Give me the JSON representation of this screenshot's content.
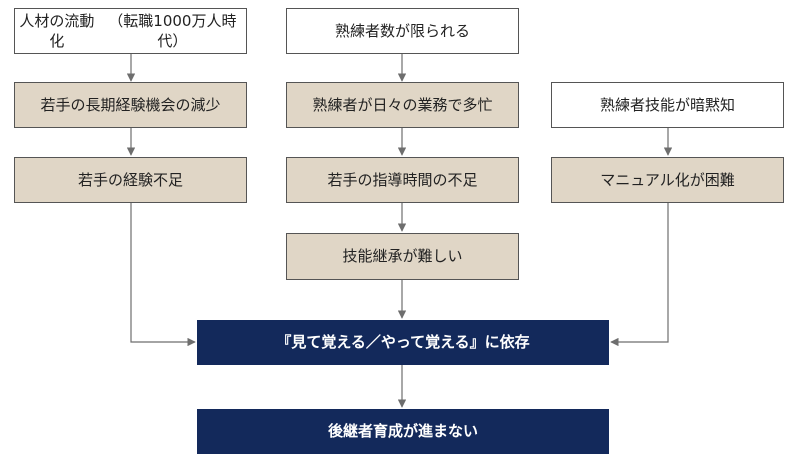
{
  "colors": {
    "white_box": "#ffffff",
    "beige_box": "#e0d6c6",
    "navy_box": "#13295b",
    "line": "#6e6e6e"
  },
  "nodes": {
    "jinzai_ryudoka_line1": "人材の流動化",
    "jinzai_ryudoka_line2": "（転職1000万人時代）",
    "jukurensha_kagirareru": "熟練者数が限られる",
    "wakate_choki_keiken": "若手の長期経験機会の減少",
    "jukurensha_tabo": "熟練者が日々の業務で多忙",
    "jukurensha_anmokuchi": "熟練者技能が暗黙知",
    "wakate_keiken_fusoku": "若手の経験不足",
    "wakate_shido_fusoku": "若手の指導時間の不足",
    "manual_konnan": "マニュアル化が困難",
    "gino_keisho_muzukashii": "技能継承が難しい",
    "mite_oboeru": "『見て覚える／やって覚える』に依存",
    "koukeisha_ikusei": "後継者育成が進まない"
  }
}
